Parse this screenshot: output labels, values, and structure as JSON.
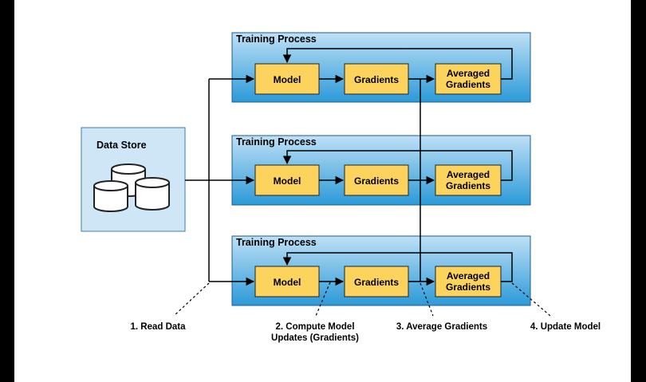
{
  "diagram": {
    "data_store": {
      "title": "Data Store"
    },
    "processes": [
      {
        "title": "Training Process",
        "model": "Model",
        "gradients": "Gradients",
        "averaged": [
          "Averaged",
          "Gradients"
        ]
      },
      {
        "title": "Training Process",
        "model": "Model",
        "gradients": "Gradients",
        "averaged": [
          "Averaged",
          "Gradients"
        ]
      },
      {
        "title": "Training Process",
        "model": "Model",
        "gradients": "Gradients",
        "averaged": [
          "Averaged",
          "Gradients"
        ]
      }
    ],
    "steps": [
      {
        "lines": [
          "1. Read Data"
        ]
      },
      {
        "lines": [
          "2. Compute Model",
          "Updates (Gradients)"
        ]
      },
      {
        "lines": [
          "3. Average Gradients"
        ]
      },
      {
        "lines": [
          "4. Update Model"
        ]
      }
    ],
    "colors": {
      "process_fill_top": "#bfe0f6",
      "process_fill_bottom": "#2b9ad8",
      "node_fill": "#fcd35d",
      "store_fill": "#cfe6f7"
    }
  }
}
